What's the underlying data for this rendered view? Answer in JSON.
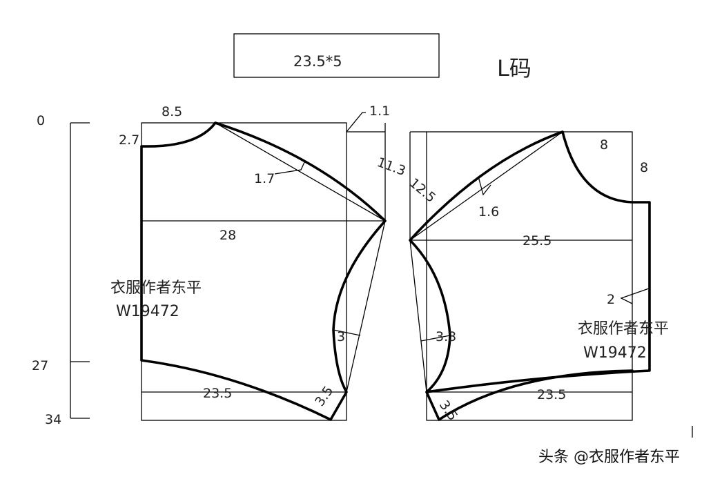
{
  "box_label": "23.5*5",
  "size_label": "L码",
  "scale": {
    "top": "0",
    "mid": "27",
    "bottom": "34"
  },
  "back": {
    "neck_width": "8.5",
    "neck_drop": "2.7",
    "shoulder_slope": "1.1",
    "armhole_curve": "1.7",
    "armhole_depth": "11.3",
    "chest_width": "28",
    "side_curve": "3",
    "hem_width": "23.5",
    "hem_drop": "3.5"
  },
  "front": {
    "armhole_depth": "12.5",
    "armhole_curve": "1.6",
    "neck_width": "8",
    "neck_depth": "8",
    "chest_width": "25.5",
    "placket": "2",
    "side_curve": "3.3",
    "hem_width": "23.5",
    "hem_drop": "3.5"
  },
  "author_name": "衣服作者东平",
  "author_code": "W19472",
  "watermark": "头条 @衣服作者东平"
}
